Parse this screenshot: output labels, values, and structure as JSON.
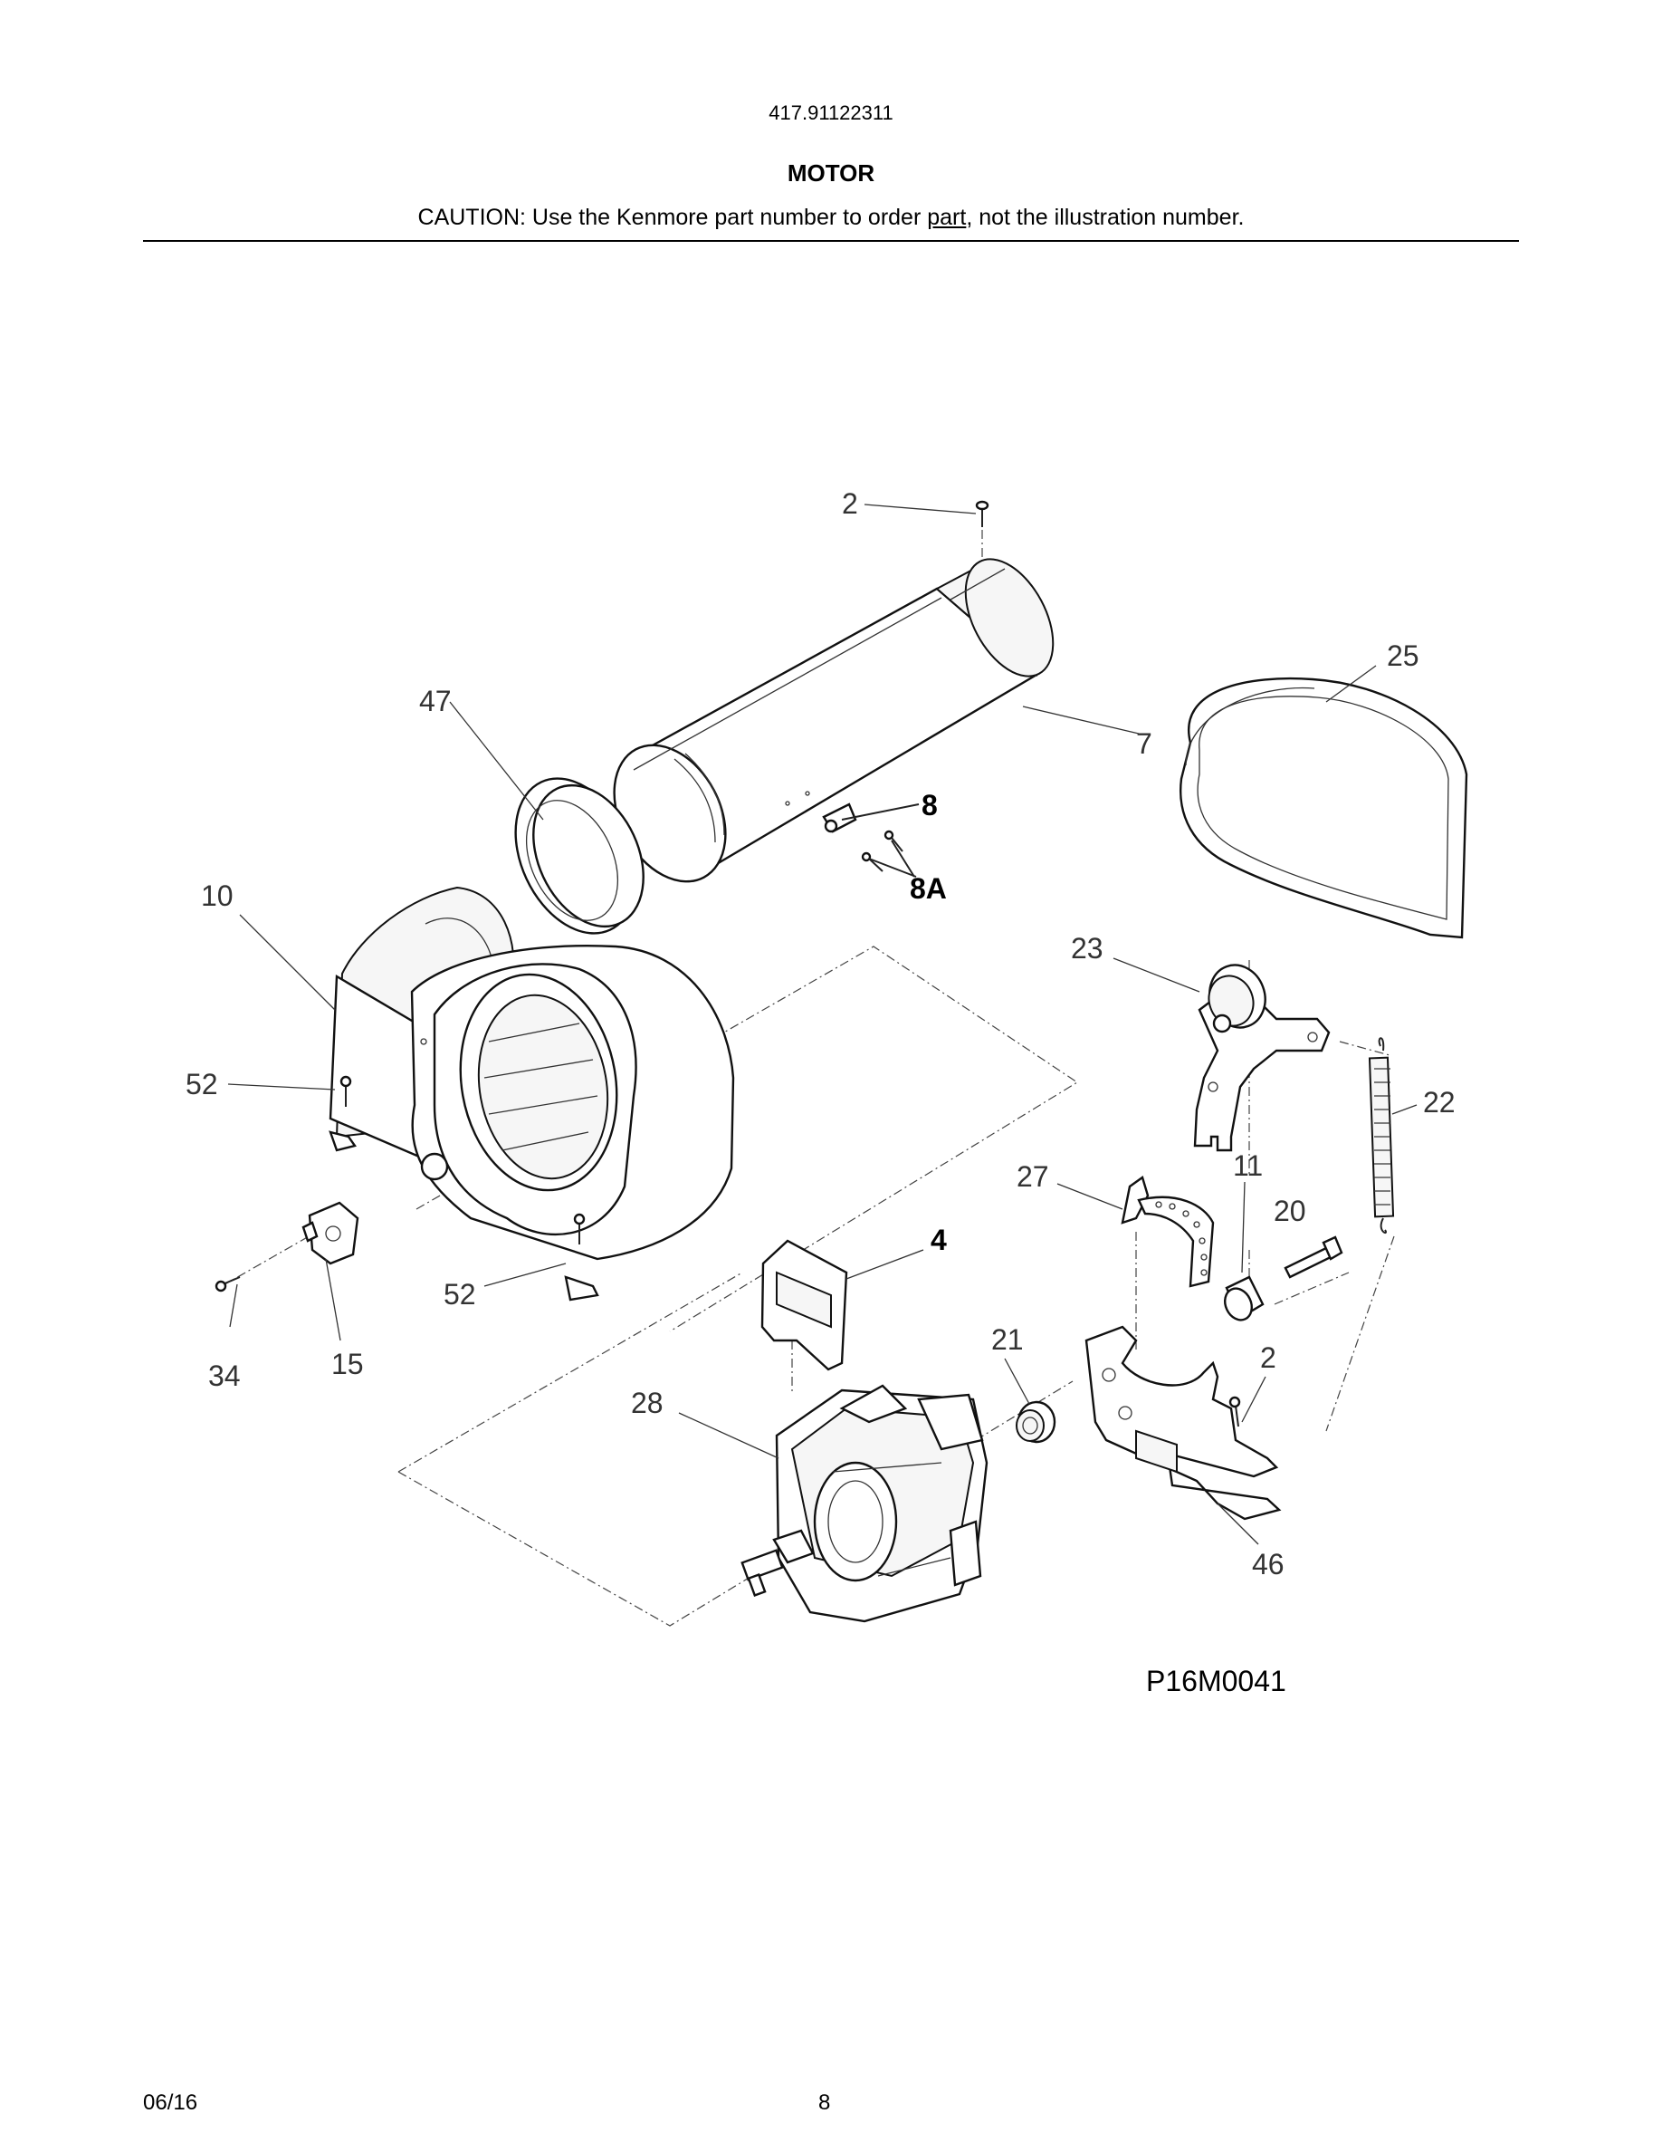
{
  "header": {
    "model_number": "417.91122311",
    "section_title": "MOTOR",
    "caution_prefix": "CAUTION: Use the Kenmore part number to order ",
    "caution_underlined": "part",
    "caution_suffix": ", not the illustration number."
  },
  "diagram": {
    "figure_code": "P16M0041",
    "callouts": {
      "c2_top": "2",
      "c47": "47",
      "c7": "7",
      "c8": "8",
      "c8a": "8A",
      "c25": "25",
      "c10": "10",
      "c23": "23",
      "c52_left": "52",
      "c22": "22",
      "c27": "27",
      "c11": "11",
      "c20": "20",
      "c4": "4",
      "c52_bottom": "52",
      "c21": "21",
      "c2_bottom": "2",
      "c34": "34",
      "c15": "15",
      "c28": "28",
      "c46": "46"
    }
  },
  "footer": {
    "date": "06/16",
    "page_number": "8"
  }
}
